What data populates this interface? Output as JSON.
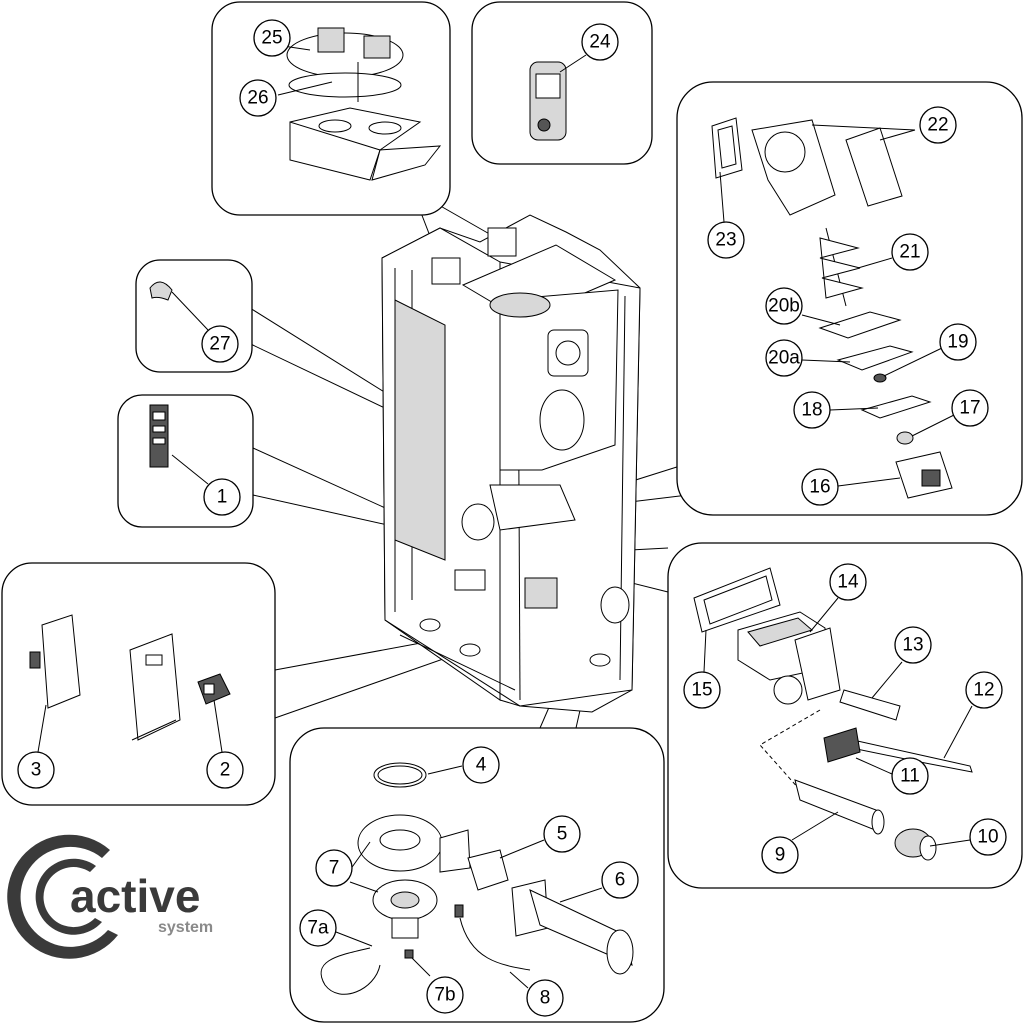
{
  "callouts": {
    "c1": "1",
    "c2": "2",
    "c3": "3",
    "c4": "4",
    "c5": "5",
    "c6": "6",
    "c7": "7",
    "c7a": "7a",
    "c7b": "7b",
    "c8": "8",
    "c9": "9",
    "c10": "10",
    "c11": "11",
    "c12": "12",
    "c13": "13",
    "c14": "14",
    "c15": "15",
    "c16": "16",
    "c17": "17",
    "c18": "18",
    "c19": "19",
    "c20a": "20a",
    "c20b": "20b",
    "c21": "21",
    "c22": "22",
    "c23": "23",
    "c24": "24",
    "c25": "25",
    "c26": "26",
    "c27": "27"
  },
  "logo": {
    "word": "active",
    "sub": "system"
  }
}
